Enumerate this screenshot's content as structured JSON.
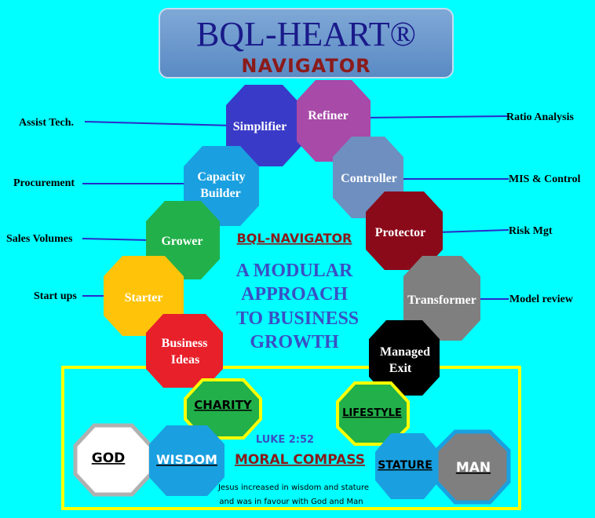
{
  "title": {
    "main": "BQL-HEART®",
    "sub": "NAVIGATOR"
  },
  "colors": {
    "background": "#00ffff",
    "connector": "#2b2bc8",
    "compass_border": "#ffff00",
    "navigator_label": "#8b1a1a",
    "approach_text": "#3a4fc4",
    "luke_text": "#3a4fc4",
    "wisdom_text": "#ffffff"
  },
  "modules": [
    {
      "label": "Simplifier",
      "color": "#3a3ac8"
    },
    {
      "label": "Refiner",
      "color": "#a84aa8"
    },
    {
      "label": "Capacity Builder",
      "color": "#1aa0e0"
    },
    {
      "label": "Controller",
      "color": "#6e8fc0"
    },
    {
      "label": "Grower",
      "color": "#22b04a"
    },
    {
      "label": "Protector",
      "color": "#8b0a1a"
    },
    {
      "label": "Starter",
      "color": "#ffc40a"
    },
    {
      "label": "Transformer",
      "color": "#7f7f7f"
    },
    {
      "label": "Business Ideas",
      "color": "#e8202a"
    },
    {
      "label": "Managed Exit",
      "color": "#000000"
    }
  ],
  "side_labels": [
    "Assist Tech.",
    "Ratio Analysis",
    "Procurement",
    "MIS & Control",
    "Sales Volumes",
    "Risk Mgt",
    "Start ups",
    "Model review"
  ],
  "center": {
    "navigator_label": "BQL-NAVIGATOR",
    "approach_lines": [
      "A MODULAR",
      "APPROACH",
      "TO BUSINESS",
      "GROWTH"
    ]
  },
  "compass": {
    "charity": "CHARITY",
    "lifestyle": "LIFESTYLE",
    "god": "GOD",
    "wisdom": "WISDOM",
    "stature": "STATURE",
    "man": "MAN",
    "luke_ref": "LUKE 2:52",
    "moral_compass": "MORAL COMPASS",
    "verse_line1": "Jesus increased in wisdom and stature",
    "verse_line2": "and was in favour with God and Man"
  }
}
